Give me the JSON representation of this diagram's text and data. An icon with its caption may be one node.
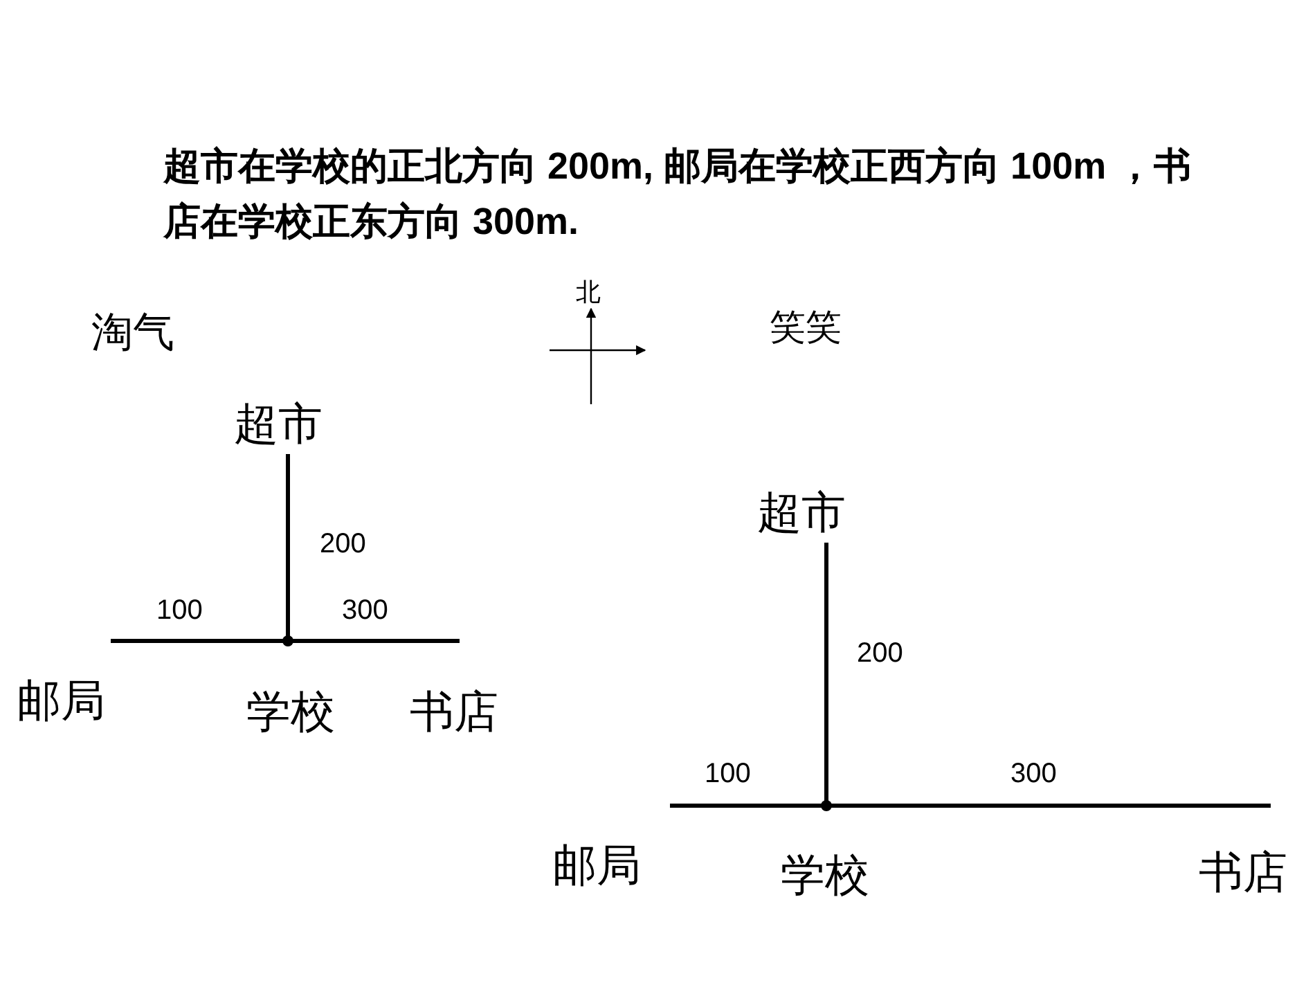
{
  "diagram": {
    "title": "超市在学校的正北方向 200m, 邮局在学校正西方向 100m ，书店在学校正东方向 300m.",
    "nodes": [
      {
        "text": [
          "超市"
        ]
      },
      {
        "text": [],
        "shape": "circle",
        "beside": [
          "学校"
        ]
      },
      {
        "text": [
          "邮局"
        ]
      },
      {
        "text": [
          "书店"
        ]
      },
      {
        "text": [
          "超市"
        ]
      },
      {
        "text": [],
        "shape": "circle",
        "beside": [
          "学校"
        ]
      },
      {
        "text": [
          "邮局"
        ]
      },
      {
        "text": [
          "书店"
        ]
      }
    ],
    "edges": [
      {
        "from": 1,
        "to": 0,
        "arrow": "none",
        "label": "200"
      },
      {
        "from": 1,
        "to": 2,
        "arrow": "none",
        "label": "100"
      },
      {
        "from": 1,
        "to": 3,
        "arrow": "none",
        "label": "300"
      },
      {
        "from": 5,
        "to": 4,
        "arrow": "none",
        "label": "200"
      },
      {
        "from": 5,
        "to": 6,
        "arrow": "none",
        "label": "100"
      },
      {
        "from": 5,
        "to": 7,
        "arrow": "none",
        "label": "300"
      }
    ],
    "labels": [
      "淘气",
      "北",
      "笑笑"
    ]
  }
}
